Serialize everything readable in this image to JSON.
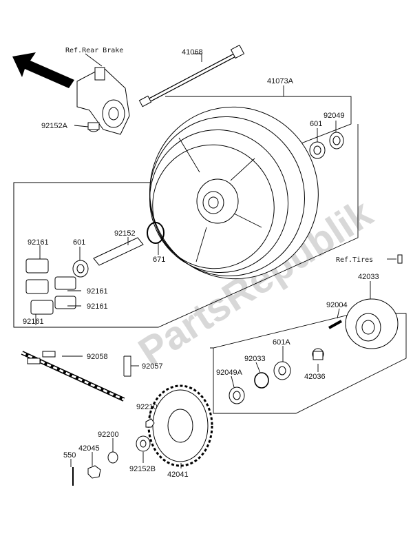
{
  "references": {
    "rear_brake": "Ref.Rear Brake",
    "tires": "Ref.Tires"
  },
  "watermark": "PartsRepublik",
  "parts": {
    "p41068": "41068",
    "p41073A": "41073A",
    "p92152A": "92152A",
    "p601_top": "601",
    "p92049": "92049",
    "p92152": "92152",
    "p671": "671",
    "p92161_a": "92161",
    "p601_left": "601",
    "p92161_b": "92161",
    "p92161_c": "92161",
    "p92161_d": "92161",
    "p42033": "42033",
    "p92004": "92004",
    "p601A": "601A",
    "p92033": "92033",
    "p92049A": "92049A",
    "p42036": "42036",
    "p92058": "92058",
    "p92057": "92057",
    "p92210": "92210",
    "p92200": "92200",
    "p42045": "42045",
    "p550": "550",
    "p92152B": "92152B",
    "p42041": "42041"
  }
}
